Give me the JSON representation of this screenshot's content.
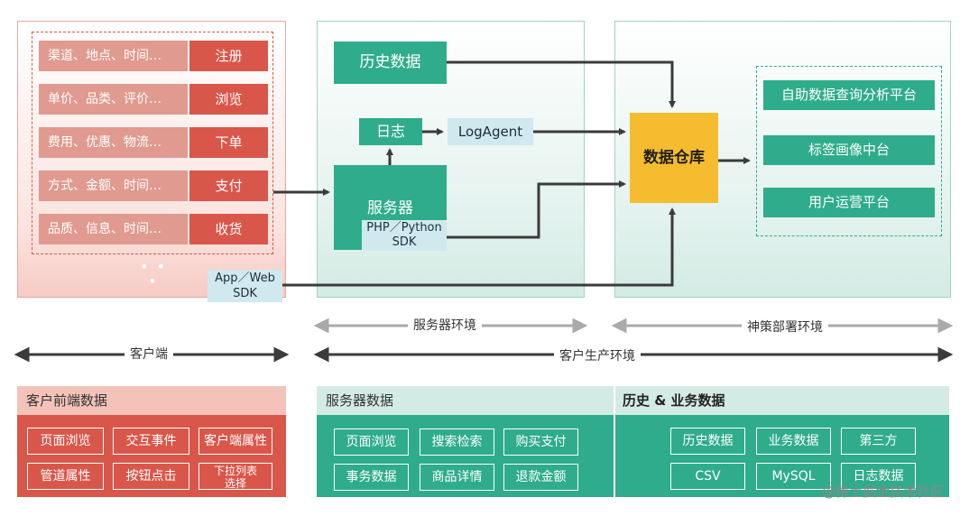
{
  "client": {
    "rows": [
      {
        "keys": "渠道、地点、时间…",
        "action": "注册"
      },
      {
        "keys": "单价、品类、评价…",
        "action": "浏览"
      },
      {
        "keys": "费用、优惠、物流…",
        "action": "下单"
      },
      {
        "keys": "方式、金额、时间…",
        "action": "支付"
      },
      {
        "keys": "品质、信息、时间…",
        "action": "收货"
      }
    ],
    "dots": "• • •",
    "sdk": "App／Web\nSDK"
  },
  "server": {
    "history": "历史数据",
    "log": "日志",
    "logagent": "LogAgent",
    "server": "服务器",
    "sdk": "PHP／Python\nSDK"
  },
  "deploy": {
    "warehouse": "数据仓库",
    "platforms": [
      "自助数据查询分析平台",
      "标签画像中台",
      "用户运营平台"
    ]
  },
  "envs": {
    "server_env": "服务器环境",
    "ds_env": "神策部署环境",
    "client": "客户端",
    "customer_prod": "客户生产环境"
  },
  "bottom": {
    "client_header": "客户前端数据",
    "client_items": [
      "页面浏览",
      "交互事件",
      "客户端属性",
      "管道属性",
      "按钮点击",
      "下拉列表\n选择"
    ],
    "server_header": "服务器数据",
    "server_items": [
      "页面浏览",
      "搜索检索",
      "购买支付",
      "事务数据",
      "商品详情",
      "退款金额"
    ],
    "history_header": "历史 & 业务数据",
    "history_items": [
      "历史数据",
      "业务数据",
      "第三方",
      "CSV",
      "MySQL",
      "日志数据"
    ]
  },
  "watermark": "@稀土掘金技术社区",
  "colors": {
    "red": "#d9574a",
    "teal": "#2fac8b",
    "yellow": "#f5bc2f",
    "light_blue": "#cfe9ef"
  }
}
